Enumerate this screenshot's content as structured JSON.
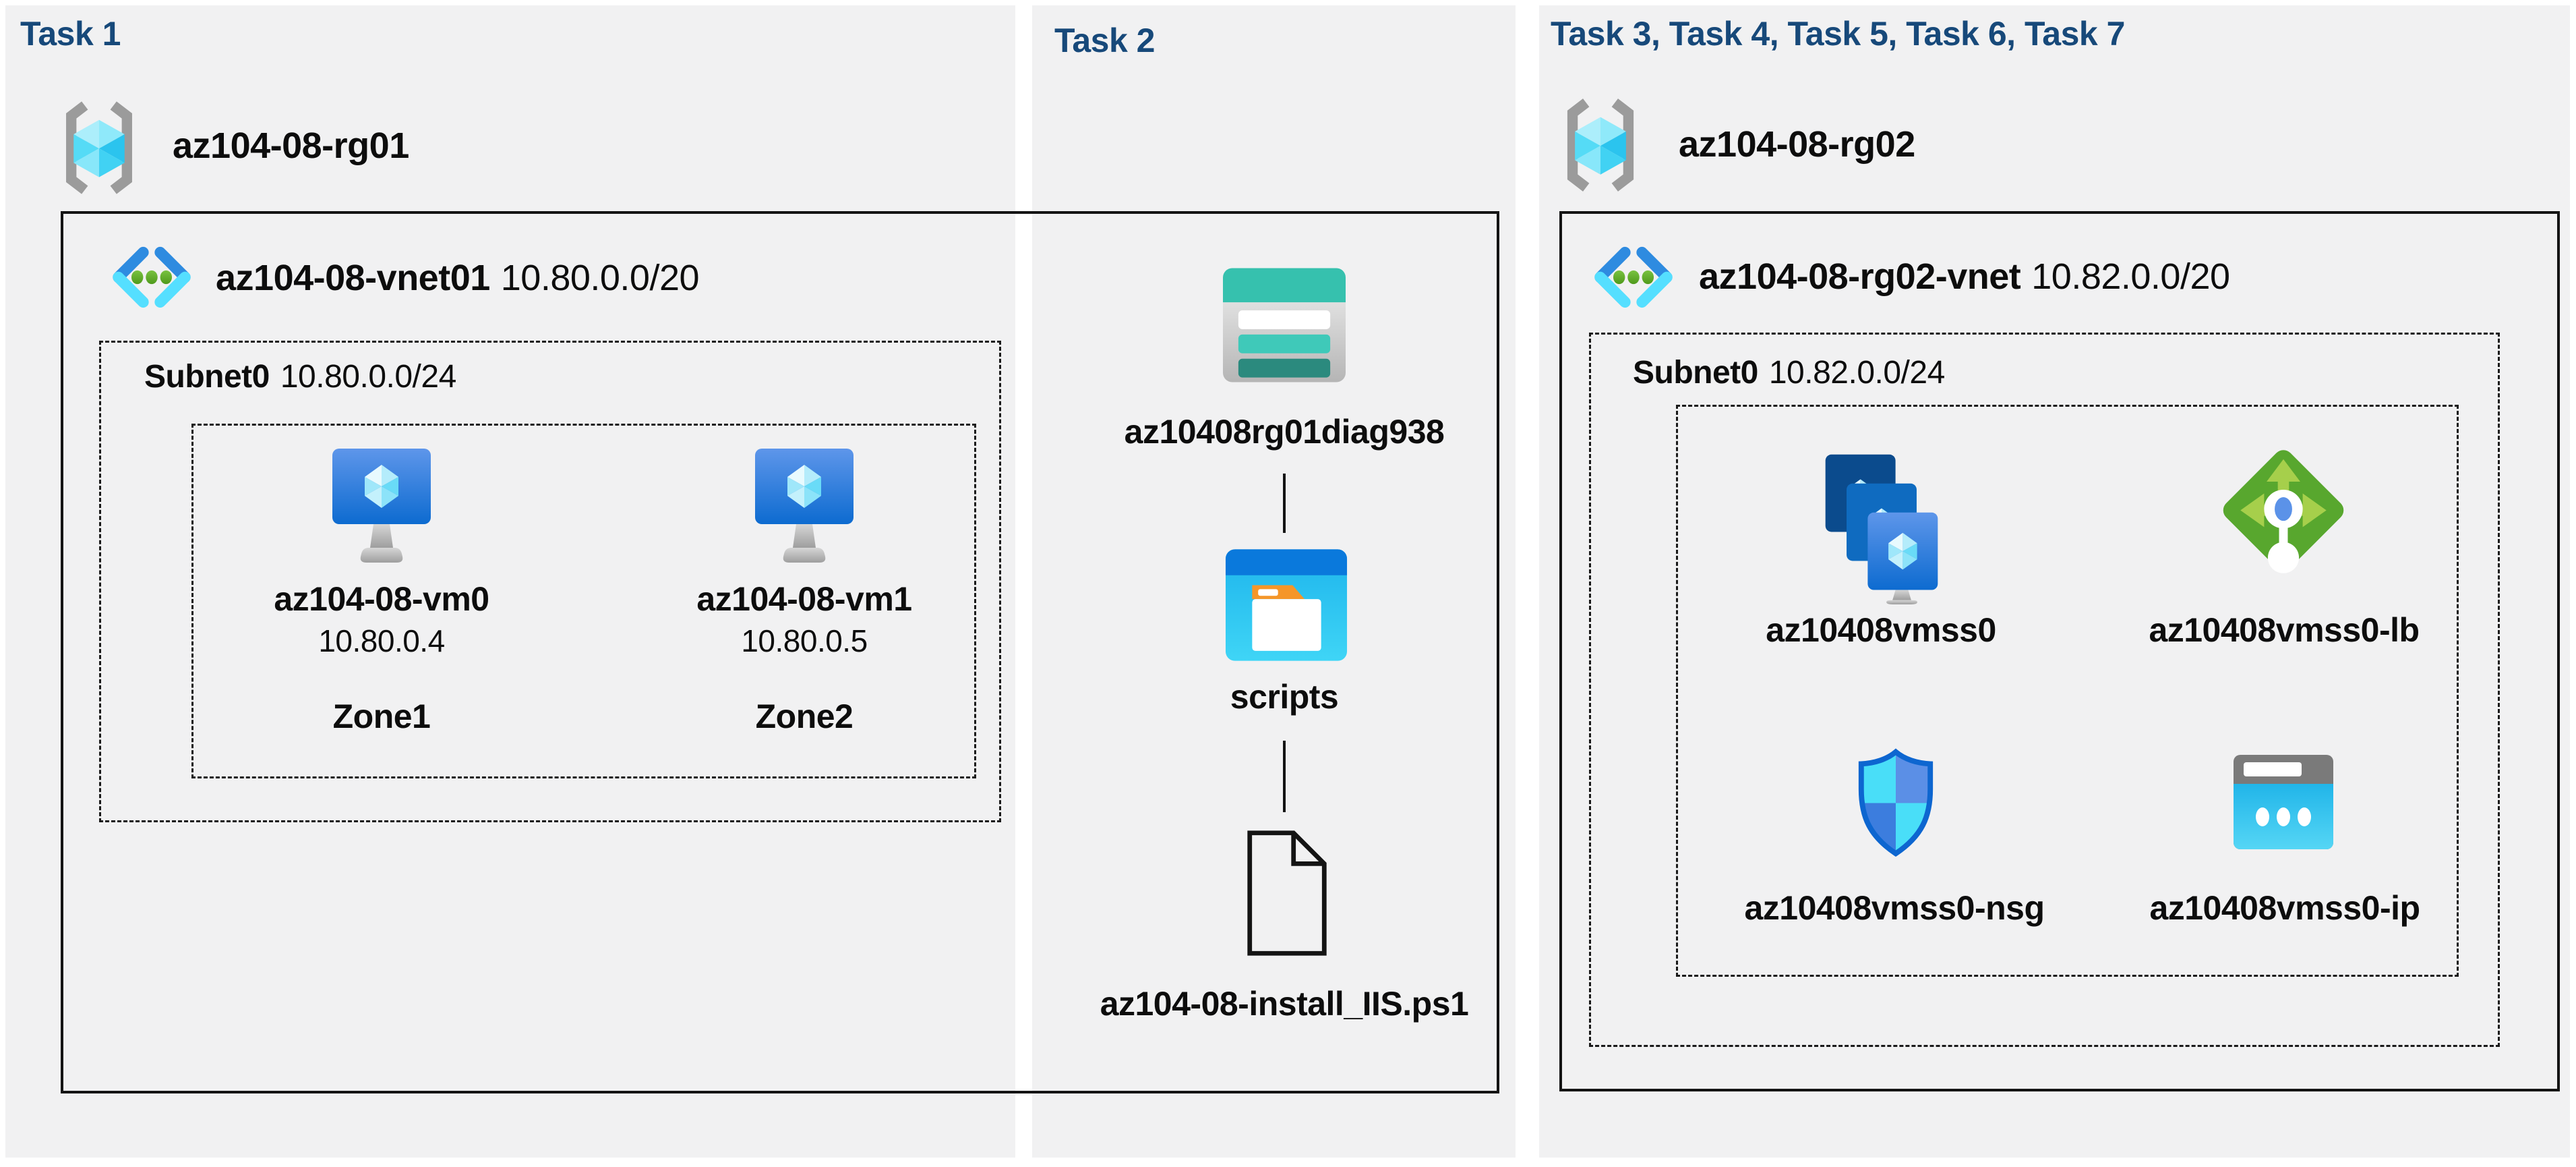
{
  "colors": {
    "page_bg": "#ffffff",
    "panel_bg": "#f1f1f2",
    "task_header": "#17497a",
    "border_black": "#141414",
    "azure_blue": "#0d6bd0",
    "azure_cyan": "#49def8",
    "load_balancer_green": "#58a72e",
    "storage_teal": "#36c1ae",
    "folder_orange": "#f59628"
  },
  "panels": [
    {
      "title": "Task 1",
      "resource_group": {
        "name": "az104-08-rg01"
      },
      "vnet": {
        "name": "az104-08-vnet01",
        "cidr": "10.80.0.0/20"
      },
      "subnet": {
        "name": "Subnet0",
        "cidr": "10.80.0.0/24"
      },
      "vms": [
        {
          "name": "az104-08-vm0",
          "ip": "10.80.0.4",
          "zone": "Zone1"
        },
        {
          "name": "az104-08-vm1",
          "ip": "10.80.0.5",
          "zone": "Zone2"
        }
      ]
    },
    {
      "title": "Task 2",
      "storage_account": {
        "name": "az10408rg01diag938"
      },
      "container": {
        "name": "scripts"
      },
      "script_file": {
        "name": "az104-08-install_IIS.ps1"
      }
    },
    {
      "title": "Task 3, Task 4, Task 5, Task 6, Task 7",
      "resource_group": {
        "name": "az104-08-rg02"
      },
      "vnet": {
        "name": "az104-08-rg02-vnet",
        "cidr": "10.82.0.0/20"
      },
      "subnet": {
        "name": "Subnet0",
        "cidr": "10.82.0.0/24"
      },
      "resources": [
        {
          "name": "az10408vmss0",
          "type": "vm-scale-set"
        },
        {
          "name": "az10408vmss0-lb",
          "type": "load-balancer"
        },
        {
          "name": "az10408vmss0-nsg",
          "type": "network-security-group"
        },
        {
          "name": "az10408vmss0-ip",
          "type": "public-ip-address"
        }
      ]
    }
  ]
}
